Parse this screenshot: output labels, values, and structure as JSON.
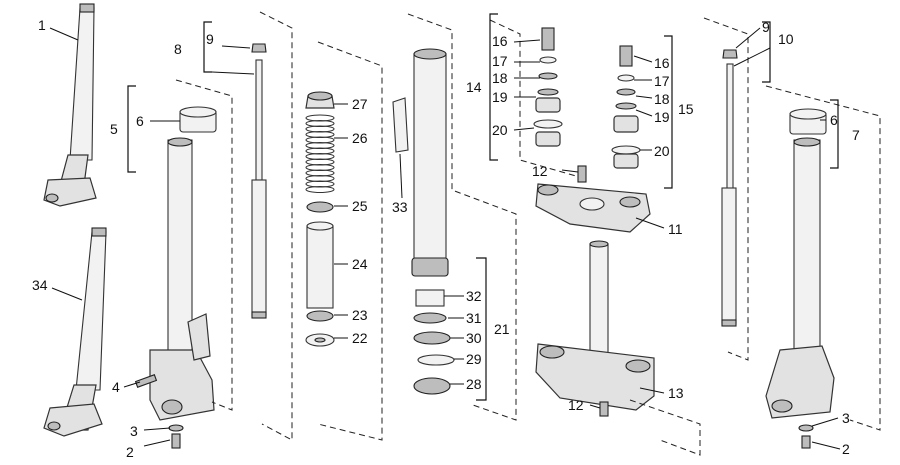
{
  "diagram": {
    "callouts": [
      "1",
      "34",
      "2",
      "3",
      "4",
      "5",
      "6",
      "7",
      "8",
      "9",
      "10",
      "11",
      "12",
      "12",
      "13",
      "14",
      "15",
      "16",
      "16",
      "17",
      "17",
      "18",
      "18",
      "19",
      "19",
      "20",
      "20",
      "21",
      "22",
      "23",
      "24",
      "25",
      "26",
      "27",
      "28",
      "29",
      "30",
      "31",
      "32",
      "33",
      "6",
      "9",
      "3",
      "2"
    ]
  },
  "colors": {
    "stroke": "#333333",
    "fill": "#e2e2e2",
    "background": "#ffffff"
  }
}
